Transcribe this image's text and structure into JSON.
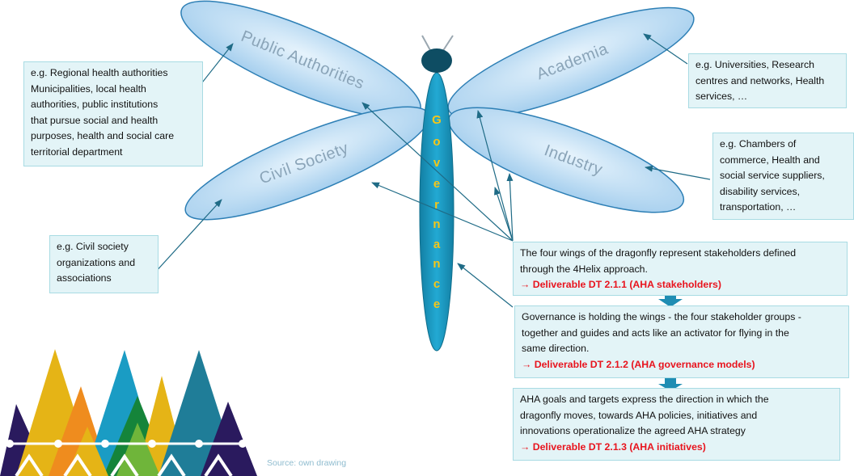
{
  "wings": {
    "public_authorities": "Public Authorities",
    "academia": "Academia",
    "civil_society": "Civil Society",
    "industry": "Industry"
  },
  "body_letters": [
    "G",
    "o",
    "v",
    "e",
    "r",
    "n",
    "a",
    "n",
    "c",
    "e"
  ],
  "boxes": {
    "public_authorities": {
      "lines": [
        "e.g. Regional health authorities",
        "Municipalities, local health",
        "authorities, public institutions",
        "that pursue social and health",
        "purposes, health and social care",
        "territorial department"
      ]
    },
    "academia": {
      "lines": [
        "e.g. Universities, Research",
        "centres and networks, Health",
        "services, …"
      ]
    },
    "industry": {
      "lines": [
        "e.g. Chambers of",
        "commerce, Health and",
        "social service suppliers,",
        "disability services,",
        "transportation, …"
      ]
    },
    "civil_society": {
      "lines": [
        "e.g. Civil society",
        "organizations and",
        "associations"
      ]
    },
    "wings_note": {
      "lines": [
        "The four wings of the dragonfly represent stakeholders defined",
        "through the 4Helix approach."
      ],
      "deliverable": "→ Deliverable DT 2.1.1 (AHA stakeholders)"
    },
    "governance_note": {
      "lines": [
        "Governance is holding the wings - the four stakeholder groups -",
        "together and guides and acts like an activator for flying in the",
        "same direction."
      ],
      "deliverable": "→ Deliverable DT 2.1.2 (AHA governance models)"
    },
    "goals_note": {
      "lines": [
        "AHA goals and targets express the direction in which the",
        "dragonfly moves, towards AHA policies, initiatives and",
        "innovations operationalize the agreed AHA strategy"
      ],
      "deliverable": "→ Deliverable DT 2.1.3 (AHA initiatives)"
    }
  },
  "source": "Source: own drawing",
  "colors": {
    "wing_fill_light": "#dceefa",
    "wing_fill_dark": "#a9d1ee",
    "wing_stroke": "#2d7fb5",
    "body": "#1a9cc4",
    "head": "#0e4d63",
    "box_fill": "#e3f4f7",
    "box_border": "#a8dbe3",
    "arrow": "#1f6b86",
    "deliverable": "#e8141e",
    "governance_letters": "#f5c518"
  }
}
